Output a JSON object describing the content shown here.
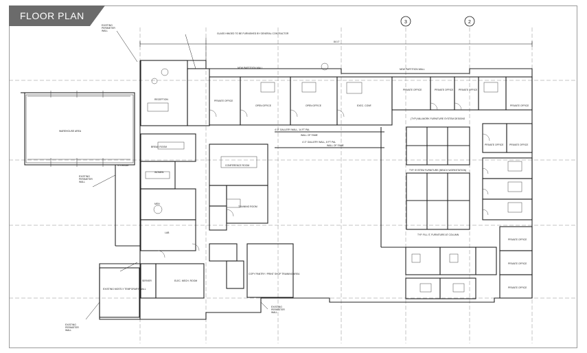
{
  "header": {
    "title": "FLOOR PLAN",
    "tab_color": "#6b6b6b"
  },
  "grid_markers": [
    "3",
    "2"
  ],
  "dimension_label": "84'-0\"",
  "notes": {
    "glass_hinged": "GLASS HINGED TO BE FURNISHED BY GENERAL CONTRACTOR",
    "new_partition_wall": "NEW PARTITION WALL",
    "existing_perimeter_wall": "EXISTING PERIMETER WALL",
    "existing_mostly_temporary_wall": "EXISTING MOSTLY TEMPORARY WALL",
    "gallery_wall_1": "4'-0\" GALLERY WALL, 14 FT PAL",
    "gallery_wall_2": "4'-0\" GALLERY WALL, 8 FT PAL",
    "wall_of_fame": "WALL OF FAME",
    "typ_furniture": "(TYP) MILLWORK FURNITURE SYSTEM DESIGNS",
    "typ_workstation": "TYP. SYSTEM FURNITURE (BENCH WORKSTATION)",
    "typ_fill": "TYP. FILL IT, FURNITURE AT COLUMN"
  },
  "rooms": {
    "reception": "RECEPTION",
    "warehouse": "WAREHOUSE AREA",
    "private_office": "PRIVATE OFFICE",
    "conference": "CONFERENCE ROOM",
    "training": "TRAINING ROOM",
    "break_room": "BREAK ROOM",
    "storage": "STORAGE",
    "mens": "MEN",
    "womens": "WOMEN",
    "server": "SERVER",
    "electrical": "ELEC. MECH. ROOM",
    "copy": "COPY PANTRY / PRINT SHOP TRAINING AREA",
    "exec_conf": "EXEC. CONF.",
    "lab": "LAB",
    "open_office": "OPEN OFFICE"
  }
}
